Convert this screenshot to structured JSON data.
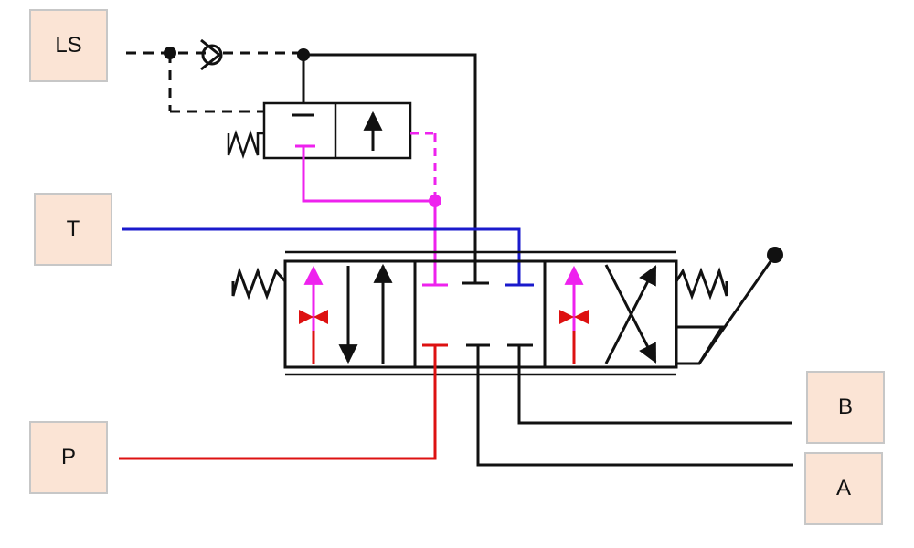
{
  "ports": {
    "ls": "LS",
    "t": "T",
    "p": "P",
    "b": "B",
    "a": "A"
  },
  "colors": {
    "pilot_line": "#ee22ee",
    "tank_line": "#1a1acc",
    "pressure_line": "#dd1111",
    "signal_line": "#111111",
    "port_fill": "#fbe4d5",
    "port_border": "#c7c7c7"
  }
}
